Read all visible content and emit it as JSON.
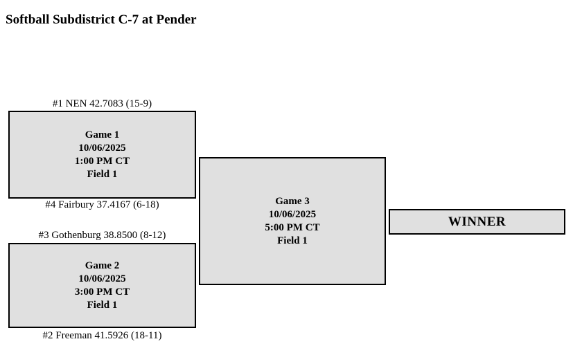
{
  "title": "Softball Subdistrict C-7 at Pender",
  "bracket": {
    "round1": [
      {
        "top_seed": "#1 NEN 42.7083 (15-9)",
        "game": {
          "name": "Game 1",
          "date": "10/06/2025",
          "time": "1:00 PM CT",
          "field": "Field 1"
        },
        "bottom_seed": "#4 Fairbury 37.4167 (6-18)"
      },
      {
        "top_seed": "#3 Gothenburg 38.8500 (8-12)",
        "game": {
          "name": "Game 2",
          "date": "10/06/2025",
          "time": "3:00 PM CT",
          "field": "Field 1"
        },
        "bottom_seed": "#2 Freeman 41.5926 (18-11)"
      }
    ],
    "final": {
      "name": "Game 3",
      "date": "10/06/2025",
      "time": "5:00 PM CT",
      "field": "Field 1"
    },
    "winner_label": "WINNER"
  },
  "colors": {
    "box_fill": "#e0e0e0",
    "box_border": "#000000",
    "background": "#ffffff",
    "text": "#000000"
  }
}
